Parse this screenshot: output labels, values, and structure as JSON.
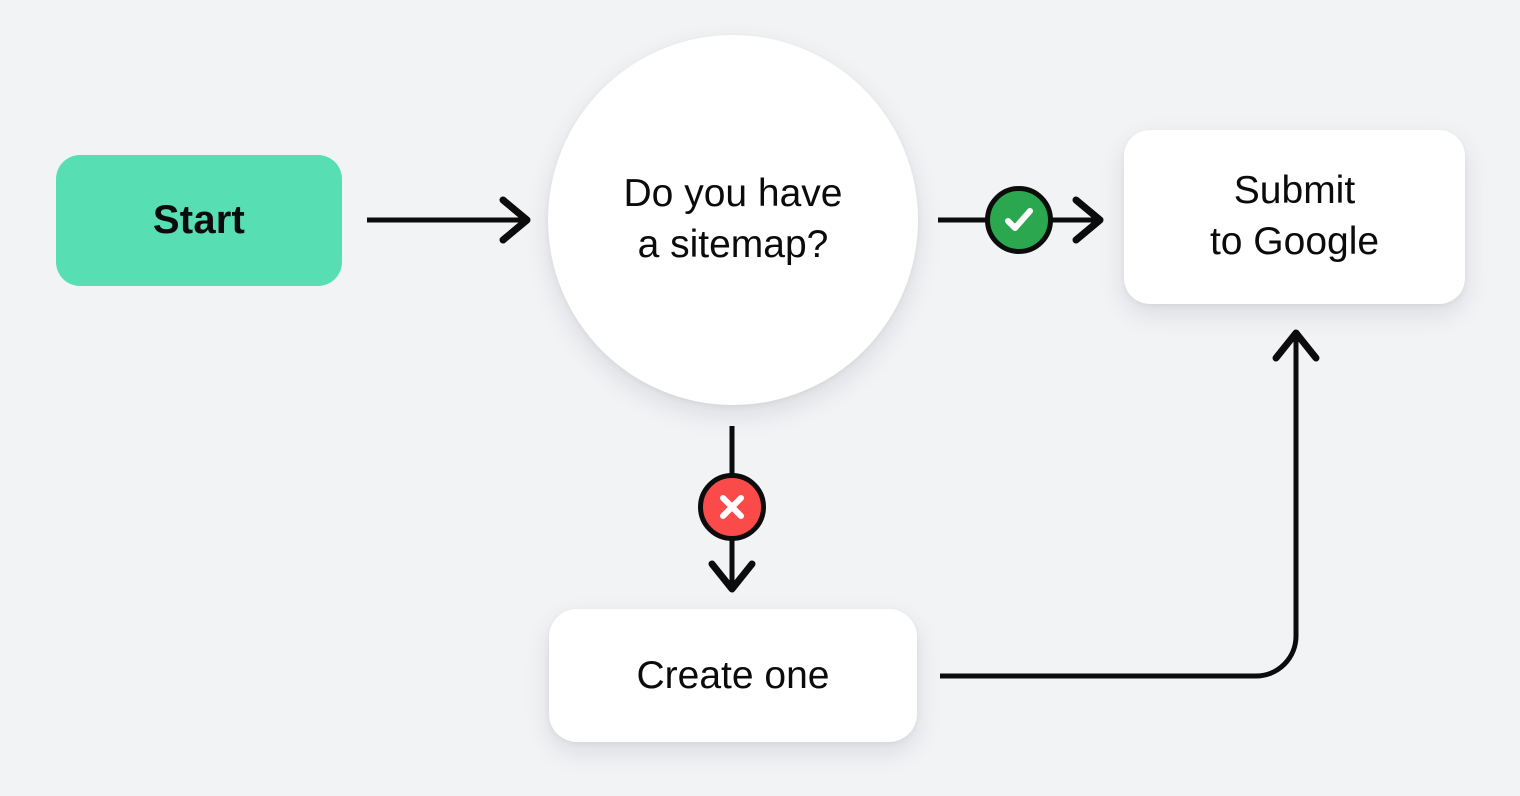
{
  "diagram": {
    "title": "Sitemap submission flowchart",
    "background_color": "#f2f3f5",
    "nodes": {
      "start": {
        "label": "Start",
        "shape": "rounded-rect",
        "fill": "#57dfb3"
      },
      "decision": {
        "label": "Do you have\na sitemap?",
        "shape": "circle",
        "fill": "#ffffff"
      },
      "submit": {
        "label": "Submit\nto Google",
        "shape": "rounded-rect",
        "fill": "#ffffff"
      },
      "create": {
        "label": "Create one",
        "shape": "rounded-rect",
        "fill": "#ffffff"
      }
    },
    "badges": {
      "yes": {
        "icon": "check-icon",
        "glyph": "✓",
        "fill": "#2ba84f",
        "ring": "#0c0c0d",
        "meaning": "yes"
      },
      "no": {
        "icon": "x-icon",
        "glyph": "✕",
        "fill": "#fb4a4a",
        "ring": "#0c0c0d",
        "meaning": "no"
      }
    },
    "edges": [
      {
        "from": "start",
        "to": "decision",
        "direction": "right"
      },
      {
        "from": "decision",
        "to": "submit",
        "direction": "right",
        "badge": "yes"
      },
      {
        "from": "decision",
        "to": "create",
        "direction": "down",
        "badge": "no"
      },
      {
        "from": "create",
        "to": "submit",
        "direction": "right-then-up"
      }
    ],
    "stroke_color": "#0c0c0d"
  }
}
